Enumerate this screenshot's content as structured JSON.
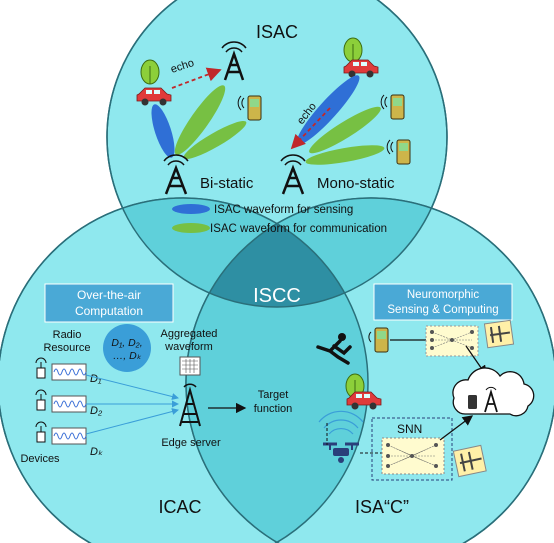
{
  "circles": {
    "top": {
      "title": "ISAC"
    },
    "left": {
      "title": "ICAC"
    },
    "right": {
      "title": "ISA“C”"
    },
    "center": {
      "title": "ISCC"
    }
  },
  "isac": {
    "echo_left": "echo",
    "echo_right": "echo",
    "bistatic": "Bi-static",
    "monostatic": "Mono-static",
    "legend_sensing": "ISAC waveform for sensing",
    "legend_comm": "ISAC waveform for communication"
  },
  "icac": {
    "ota_title": [
      "Over-the-air",
      "Computation"
    ],
    "radio_resource": [
      "Radio",
      "Resource"
    ],
    "d_set": [
      "D₁, D₂,",
      "…, Dₖ"
    ],
    "aggregated": [
      "Aggregated",
      "waveform"
    ],
    "d1": "D₁",
    "d2": "D₂",
    "dk": "Dₖ",
    "devices": "Devices",
    "edge_server": "Edge server"
  },
  "center": {
    "target": [
      "Target",
      "function"
    ]
  },
  "isa_c": {
    "neuro_title": [
      "Neuromorphic",
      "Sensing & Computing"
    ],
    "snn": "SNN"
  },
  "colors": {
    "circle_fill": "#8fe8ee",
    "overlap_fill": "#5fd0da",
    "center_fill": "#2e8fa3",
    "sensing_blue": "#2f6fd6",
    "comm_green": "#77c043",
    "box_blue": "#4aa9d6"
  }
}
